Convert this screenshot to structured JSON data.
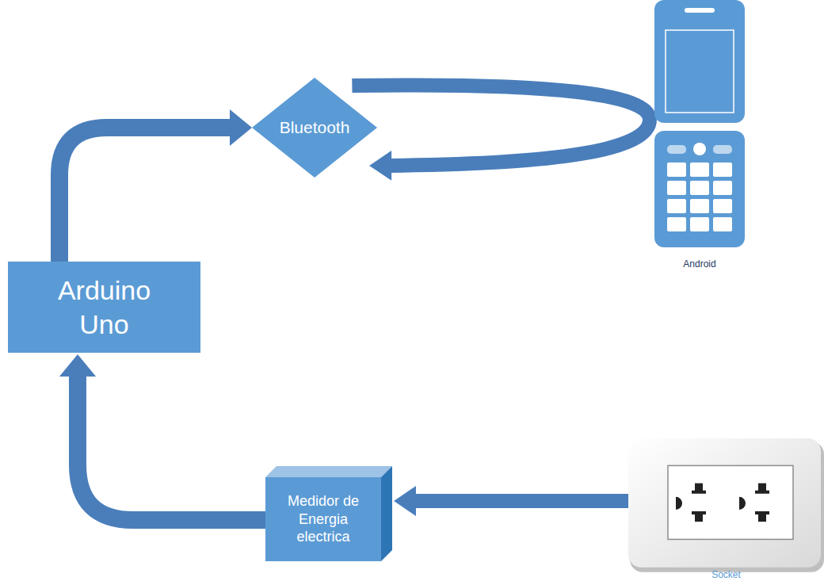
{
  "diagram": {
    "nodes": [
      {
        "text": [
          "Bluetooth"
        ]
      },
      {
        "text": [
          "Android"
        ]
      },
      {
        "text": [
          "Arduino Uno"
        ]
      },
      {
        "text": [
          "Medidor de Energia electrica"
        ]
      },
      {
        "text": [
          "Socket"
        ]
      }
    ],
    "edges": [
      {
        "from": 2,
        "to": 0,
        "arrow": "to"
      },
      {
        "from": 1,
        "to": 0,
        "arrow": "to"
      },
      {
        "from": 4,
        "to": 3,
        "arrow": "to"
      },
      {
        "from": 3,
        "to": 2,
        "arrow": "to"
      }
    ]
  }
}
